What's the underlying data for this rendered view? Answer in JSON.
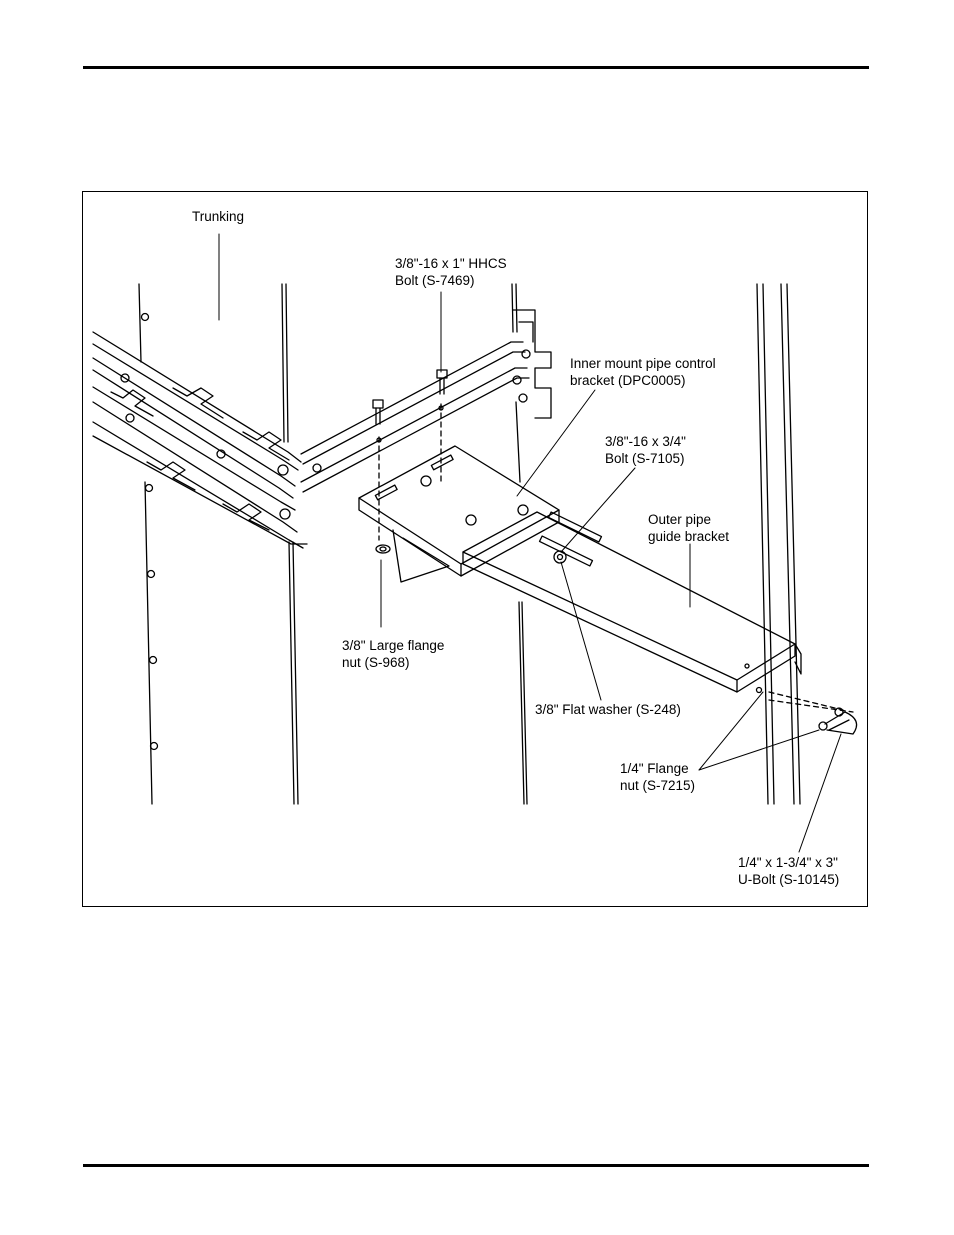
{
  "figure": {
    "labels": {
      "trunking": "Trunking",
      "hhcs_bolt": "3/8\"-16 x 1\" HHCS\nBolt (S-7469)",
      "inner_bracket": "Inner mount pipe control\nbracket (DPC0005)",
      "short_bolt": "3/8\"-16 x 3/4\"\nBolt (S-7105)",
      "outer_bracket": "Outer pipe\nguide bracket",
      "large_flange_nut": "3/8\" Large flange\nnut (S-968)",
      "flat_washer": "3/8\" Flat washer (S-248)",
      "flange_nut": "1/4\" Flange\nnut (S-7215)",
      "u_bolt": "1/4\" x 1-3/4\" x 3\"\nU-Bolt (S-10145)"
    }
  }
}
